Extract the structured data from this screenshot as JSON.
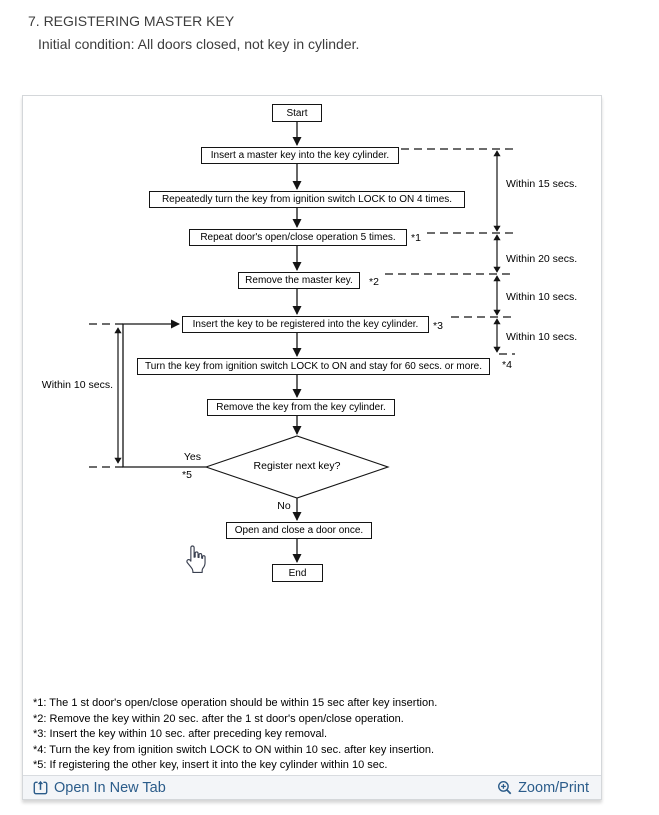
{
  "header": {
    "title": "7. REGISTERING MASTER KEY",
    "subtitle": "Initial condition: All doors closed, not key in cylinder."
  },
  "flowchart": {
    "start": "Start",
    "end": "End",
    "steps": {
      "insert_master": "Insert a master key into the key cylinder.",
      "turn_lock_on_4": "Repeatedly turn the key from ignition switch LOCK to ON 4 times.",
      "repeat_door_5": "Repeat door's open/close operation 5 times.",
      "remove_master": "Remove the master key.",
      "insert_register": "Insert the key to be registered into the key cylinder.",
      "turn_lock_on_60": "Turn the key from ignition switch LOCK to ON and stay for 60 secs. or more.",
      "remove_key": "Remove the key from the key cylinder.",
      "open_close_door": "Open and close a door once."
    },
    "decision": {
      "label": "Register next key?",
      "yes": "Yes",
      "no": "No"
    },
    "refs": {
      "r1": "*1",
      "r2": "*2",
      "r3": "*3",
      "r4": "*4",
      "r5": "*5"
    },
    "timings": {
      "within15": "Within 15 secs.",
      "within20": "Within 20 secs.",
      "within10_a": "Within 10 secs.",
      "within10_b": "Within 10 secs.",
      "within10_left": "Within 10 secs."
    }
  },
  "footnotes": [
    "*1: The 1 st door's open/close operation should be within 15 sec after key insertion.",
    "*2: Remove the key within 20 sec. after the 1 st door's open/close operation.",
    "*3: Insert the key within 10 sec. after preceding key removal.",
    "*4: Turn the key from ignition switch LOCK to ON within 10 sec. after key insertion.",
    "*5: If registering the other key, insert it into the key cylinder within 10 sec."
  ],
  "footer": {
    "open_in_new_tab": "Open In New Tab",
    "zoom_print": "Zoom/Print"
  },
  "icons": {
    "footer_left": "open-in-new-tab",
    "footer_right": "zoom-in-magnifier",
    "diagram_overlay": "hand-pointer-cursor"
  },
  "colors": {
    "link_blue": "#2b5c8a",
    "footer_bg": "#f3f5f8",
    "panel_border": "#d4d7da",
    "ink": "#141414"
  }
}
